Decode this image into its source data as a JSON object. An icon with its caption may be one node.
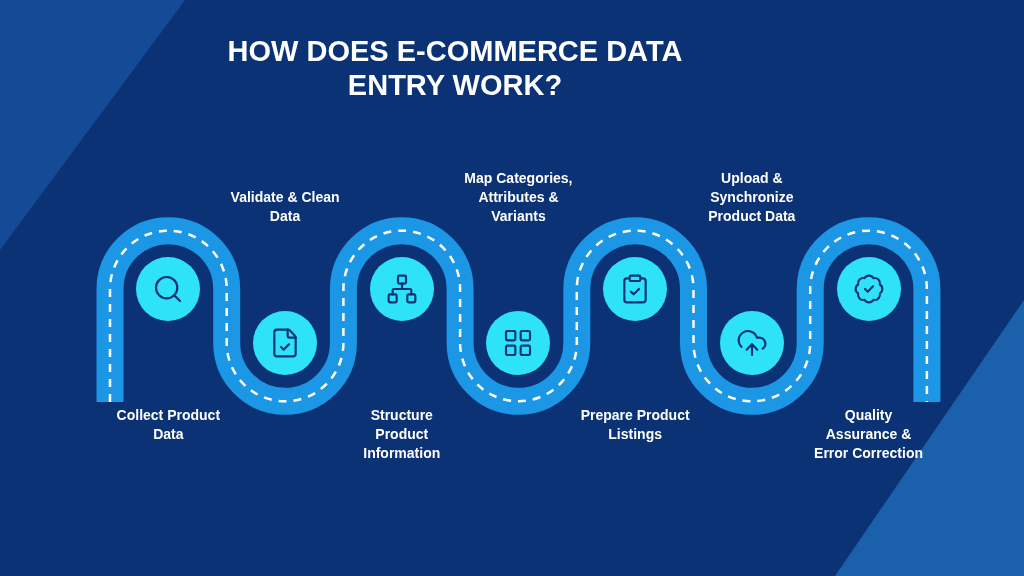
{
  "diagram": {
    "title": "HOW DOES E-COMMERCE DATA ENTRY WORK?",
    "nodes": [
      {
        "text": [],
        "shape": "circle"
      },
      {
        "text": [],
        "shape": "circle"
      },
      {
        "text": [],
        "shape": "circle"
      },
      {
        "text": [],
        "shape": "circle"
      },
      {
        "text": [],
        "shape": "circle"
      },
      {
        "text": [],
        "shape": "circle"
      },
      {
        "text": [],
        "shape": "circle"
      }
    ],
    "labels": [
      "Collect Product Data",
      "Validate & Clean Data",
      "Structure Product Information",
      "Map Categories, Attributes & Variants",
      "Prepare Product Listings",
      "Upload & Synchronize Product Data",
      "Quality Assurance & Error Correction"
    ]
  }
}
